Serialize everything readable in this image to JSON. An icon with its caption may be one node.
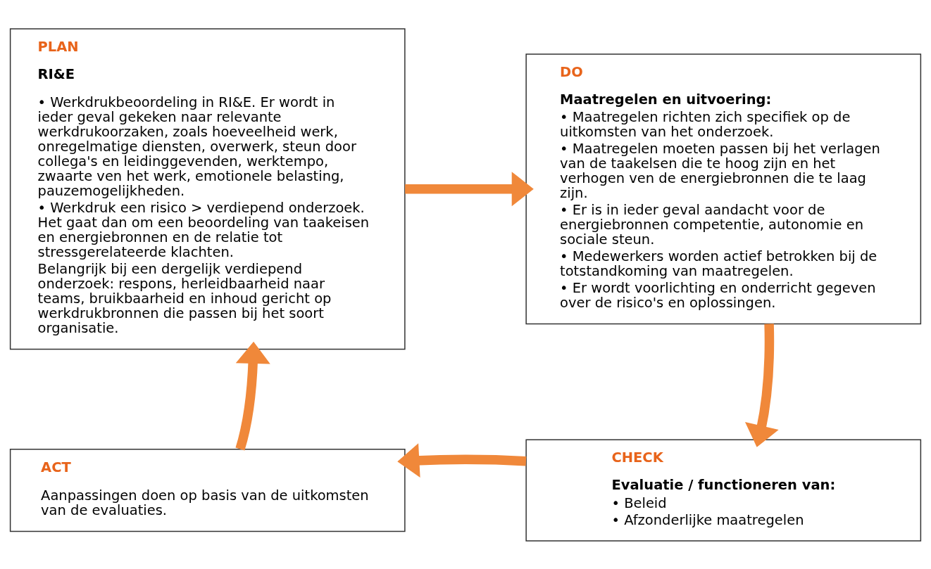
{
  "diagram": {
    "nodes": [
      {
        "text": [
          "PLAN",
          "RI&E",
          "• Werkdrukbeoordeling in RI&E. Er wordt in ieder geval gekeken naar relevante werkdrukoorzaken, zoals hoeveelheid werk, onregelmatige diensten, overwerk, steun door collega's en leidinggevenden, werktempo, zwaarte ven het werk, emotionele belasting, pauzemogelijkheden.",
          "• Werkdruk een risico > verdiepend onderzoek. Het gaat dan om een beoordeling van taakeisen en energiebronnen en de relatie tot stressgerelateerde klachten.",
          "Belangrijk bij een dergelijk verdiepend onderzoek: respons, herleidbaarheid naar teams, bruikbaarheid en inhoud gericht op werkdrukbronnen die passen bij het soort organisatie."
        ]
      },
      {
        "text": [
          "DO",
          "Maatregelen en uitvoering:",
          "• Maatregelen richten zich specifiek op de uitkomsten van het onderzoek.",
          "• Maatregelen moeten passen bij het verlagen van de taakelsen die te hoog zijn en het verhogen ven de energiebronnen die te laag zijn.",
          "• Er is in ieder geval aandacht voor de energiebronnen competentie, autonomie en sociale steun.",
          "• Medewerkers worden actief betrokken bij de totstandkoming van maatregelen.",
          "• Er wordt voorlichting en onderricht gegeven over de risico's en oplossingen."
        ]
      },
      {
        "text": [
          "CHECK",
          "Evaluatie / functioneren van:",
          "• Beleid",
          "• Afzonderlijke maatregelen"
        ]
      },
      {
        "text": [
          "ACT",
          "Aanpassingen doen op basis van de uitkomsten van de evaluaties."
        ]
      }
    ],
    "edges": [
      {
        "from": 0,
        "to": 1,
        "arrow": "to"
      },
      {
        "from": 1,
        "to": 2,
        "arrow": "to"
      },
      {
        "from": 2,
        "to": 3,
        "arrow": "to"
      },
      {
        "from": 3,
        "to": 0,
        "arrow": "to"
      }
    ]
  }
}
